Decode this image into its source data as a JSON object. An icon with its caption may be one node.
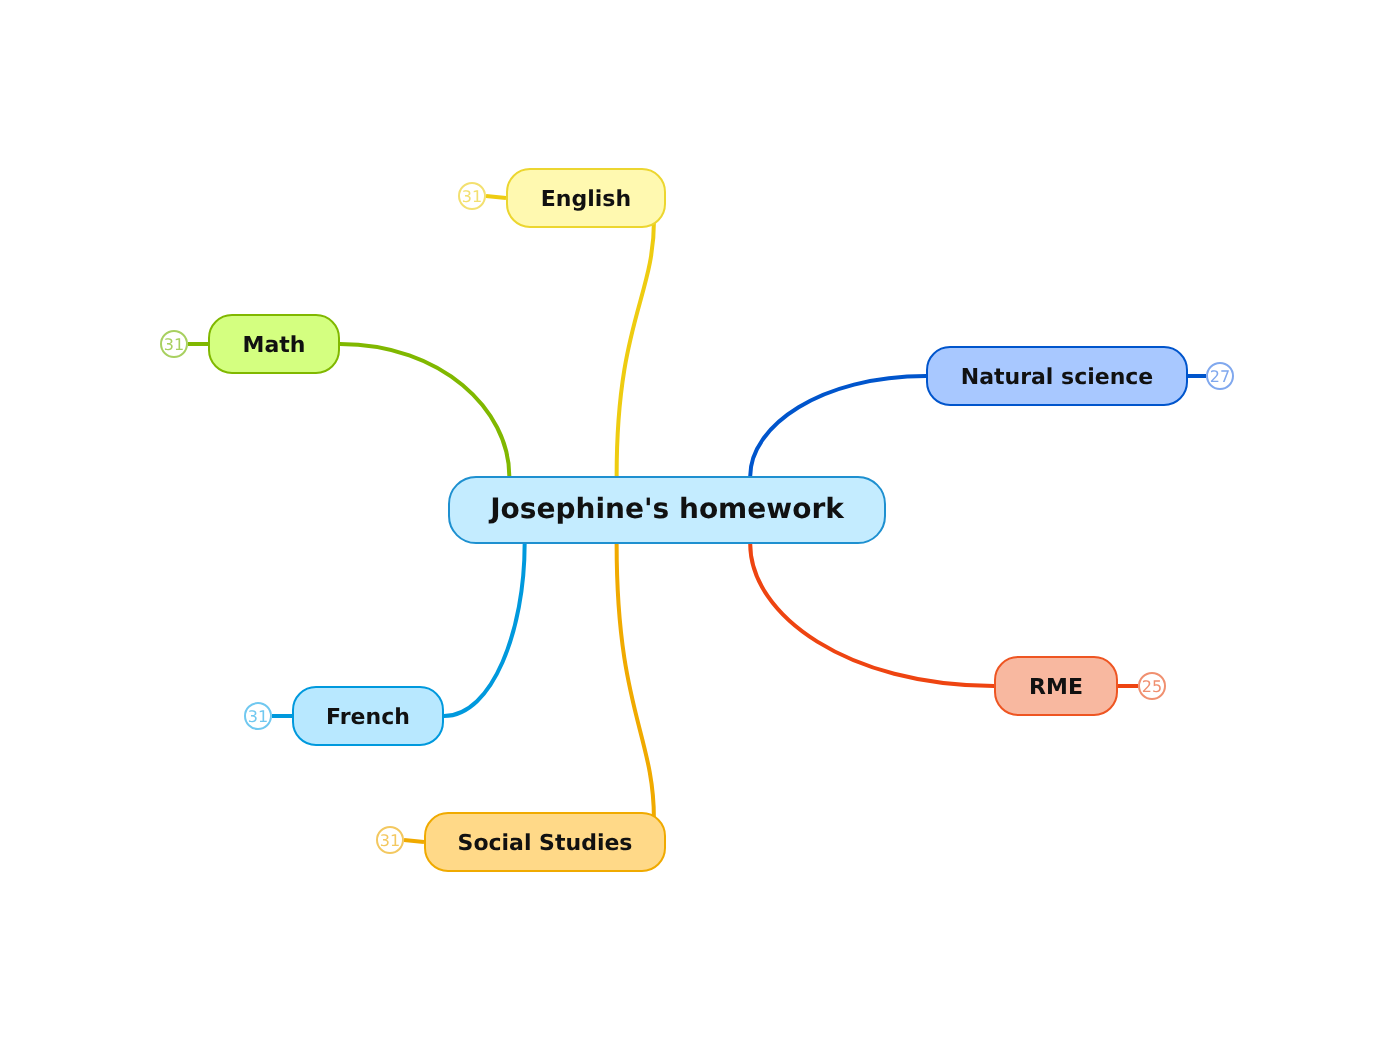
{
  "diagram": {
    "nodes": [
      {
        "text": [
          "Josephine's homework"
        ]
      },
      {
        "text": [
          "English"
        ]
      },
      {
        "text": [
          "Math"
        ]
      },
      {
        "text": [
          "Natural science"
        ]
      },
      {
        "text": [
          "French"
        ]
      },
      {
        "text": [
          "RME"
        ]
      },
      {
        "text": [
          "Social Studies"
        ]
      },
      {
        "text": [
          "31"
        ]
      },
      {
        "text": [
          "31"
        ]
      },
      {
        "text": [
          "27"
        ]
      },
      {
        "text": [
          "31"
        ]
      },
      {
        "text": [
          "25"
        ]
      },
      {
        "text": [
          "31"
        ]
      }
    ],
    "edges": [
      {
        "from": 0,
        "to": 1,
        "arrow": "none",
        "color": "#eecc11"
      },
      {
        "from": 0,
        "to": 2,
        "arrow": "none",
        "color": "#80b800"
      },
      {
        "from": 0,
        "to": 3,
        "arrow": "none",
        "color": "#0055cc"
      },
      {
        "from": 0,
        "to": 4,
        "arrow": "none",
        "color": "#0099dd"
      },
      {
        "from": 0,
        "to": 5,
        "arrow": "none",
        "color": "#ee4411"
      },
      {
        "from": 0,
        "to": 6,
        "arrow": "none",
        "color": "#f0aa00"
      },
      {
        "from": 1,
        "to": 7,
        "arrow": "none",
        "color": "#eecc11"
      },
      {
        "from": 2,
        "to": 8,
        "arrow": "none",
        "color": "#80b800"
      },
      {
        "from": 3,
        "to": 9,
        "arrow": "none",
        "color": "#0055cc"
      },
      {
        "from": 4,
        "to": 10,
        "arrow": "none",
        "color": "#0099dd"
      },
      {
        "from": 5,
        "to": 11,
        "arrow": "none",
        "color": "#ee4411"
      },
      {
        "from": 6,
        "to": 12,
        "arrow": "none",
        "color": "#f0aa00"
      }
    ]
  }
}
